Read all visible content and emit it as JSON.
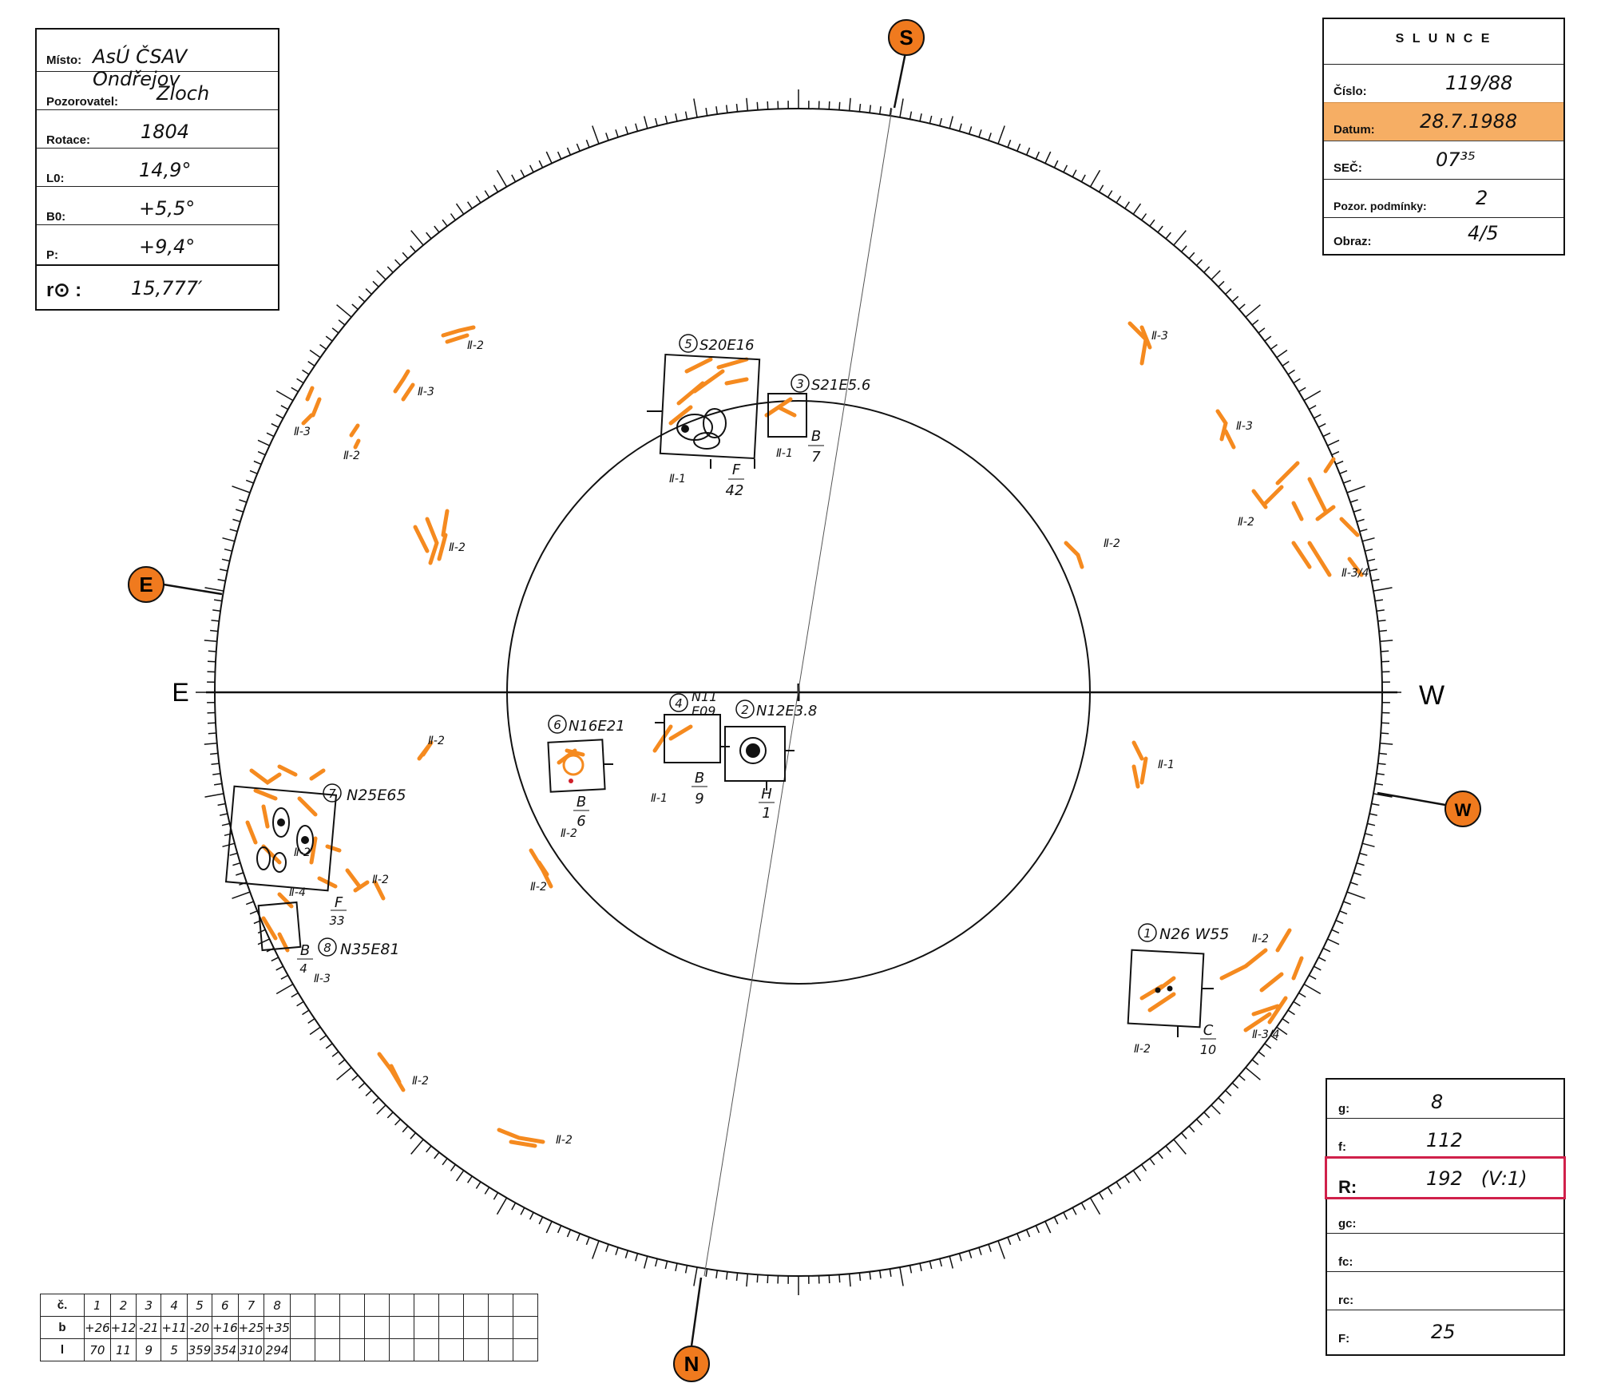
{
  "info_box": {
    "misto_label": "Místo:",
    "misto_value": "AsÚ ČSAV Ondřejov",
    "pozorovatel_label": "Pozorovatel:",
    "pozorovatel_value": "Zloch",
    "rotace_label": "Rotace:",
    "rotace_value": "1804",
    "l0_label": "L0:",
    "l0_value": "14,9°",
    "b0_label": "B0:",
    "b0_value": "+5,5°",
    "p_label": "P:",
    "p_value": "+9,4°",
    "r0_label": "r⊙ :",
    "r0_value": "15,777′"
  },
  "slunce_box": {
    "title": "S L U N C E",
    "cislo_label": "Číslo:",
    "cislo_value": "119/88",
    "datum_label": "Datum:",
    "datum_value": "28.7.1988",
    "sec_label": "SEČ:",
    "sec_value": "07³⁵",
    "pozor_label": "Pozor. podmínky:",
    "pozor_value": "2",
    "obraz_label": "Obraz:",
    "obraz_value": "4/5"
  },
  "stats_box": {
    "g_label": "g:",
    "g_value": "8",
    "f_label": "f:",
    "f_value": "112",
    "r_label": "R:",
    "r_value": "192   (V:1)",
    "gc_label": "gc:",
    "fc_label": "fc:",
    "rc_label": "rc:",
    "F_label": "F:",
    "F_value": "25"
  },
  "directions": {
    "north": "N",
    "south": "S",
    "east": "E",
    "west": "W",
    "axis_east": "E",
    "axis_west": "W"
  },
  "coords_table": {
    "row_c_label": "č.",
    "row_b_label": "b",
    "row_l_label": "l",
    "c": [
      "1",
      "2",
      "3",
      "4",
      "5",
      "6",
      "7",
      "8"
    ],
    "b": [
      "+26",
      "+12",
      "-21",
      "+11",
      "-20",
      "+16",
      "+25",
      "+35"
    ],
    "l": [
      "70",
      "11",
      "9",
      "5",
      "359",
      "354",
      "310",
      "294"
    ]
  },
  "groups": [
    {
      "id": "1",
      "label": "N26 W55",
      "class_top": "C",
      "class_bottom": "10",
      "note": "Ⅱ-2"
    },
    {
      "id": "2",
      "label": "N12E3.8",
      "class_top": "H",
      "class_bottom": "1"
    },
    {
      "id": "3",
      "label": "S21E5.6",
      "class_top": "B",
      "class_bottom": "7",
      "note": "Ⅱ-1"
    },
    {
      "id": "4",
      "label": "N11",
      "label2": "E09",
      "class_top": "B",
      "class_bottom": "9",
      "note": "Ⅱ-1"
    },
    {
      "id": "5",
      "label": "S20E16",
      "class_top": "F",
      "class_bottom": "42",
      "note": "Ⅱ-1"
    },
    {
      "id": "6",
      "label": "N16E21",
      "class_top": "B",
      "class_bottom": "6",
      "note": "Ⅱ-2"
    },
    {
      "id": "7",
      "label": "N25E65",
      "class_top": "F",
      "class_bottom": "33",
      "note": "Ⅱ-4"
    },
    {
      "id": "8",
      "label": "N35E81",
      "class_top": "B",
      "class_bottom": "4",
      "note": "Ⅱ-3"
    }
  ],
  "faculae_labels": [
    "Ⅱ-2",
    "Ⅱ-3",
    "Ⅱ-3",
    "Ⅱ-2",
    "Ⅱ-2",
    "Ⅱ-3",
    "Ⅱ-3",
    "Ⅱ-2",
    "Ⅱ-3/4",
    "Ⅱ-2",
    "Ⅱ-2",
    "Ⅱ-2",
    "Ⅱ-1",
    "Ⅱ-2",
    "Ⅱ-2",
    "Ⅱ-2",
    "Ⅱ-2",
    "Ⅱ-2",
    "Ⅱ-3/4"
  ],
  "colors": {
    "facula": "#f58a1f",
    "marker_fill": "#f07a1e",
    "ink": "#111111",
    "highlight_date": "#f5a04a",
    "highlight_r": "#d0204a"
  }
}
